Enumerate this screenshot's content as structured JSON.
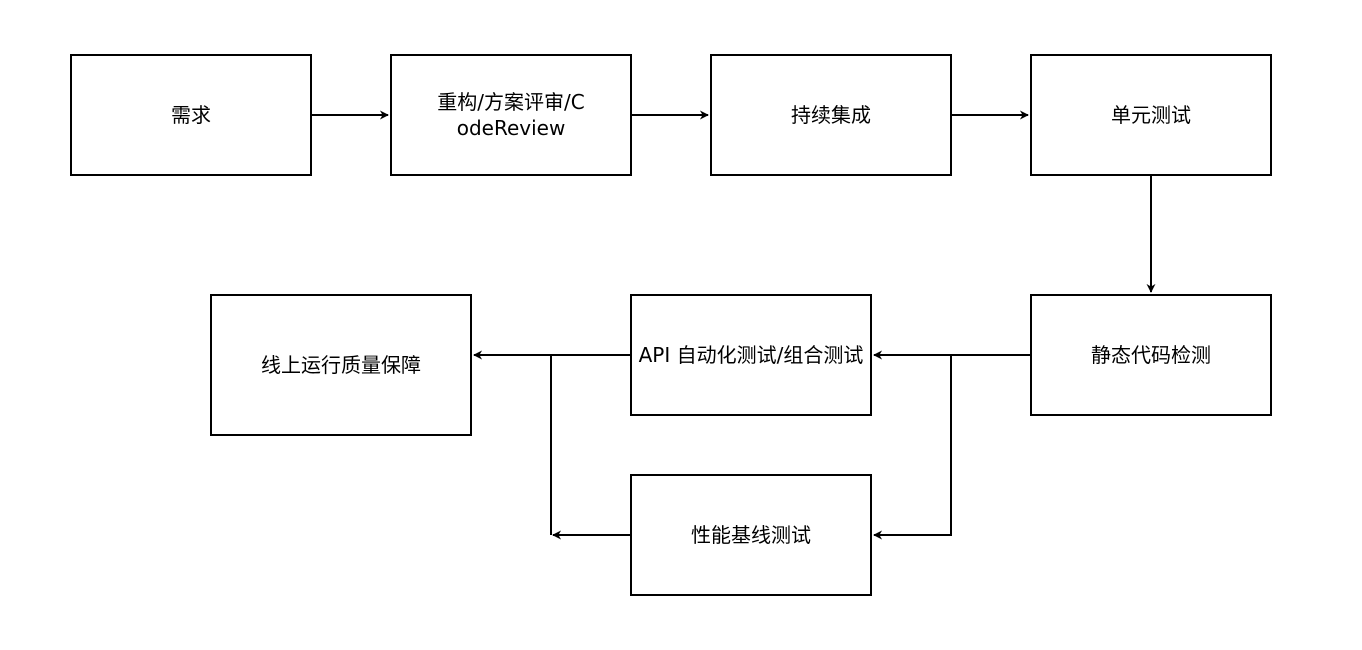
{
  "nodes": {
    "requirement": "需求",
    "refactor_review": "重构/方案评审/CodeReview",
    "continuous_integration": "持续集成",
    "unit_test": "单元测试",
    "static_analysis": "静态代码检测",
    "api_automation_test": "API 自动化测试/组合测试",
    "performance_baseline_test": "性能基线测试",
    "online_quality_assurance": "线上运行质量保障"
  },
  "edges": [
    {
      "from": "requirement",
      "to": "refactor_review"
    },
    {
      "from": "refactor_review",
      "to": "continuous_integration"
    },
    {
      "from": "continuous_integration",
      "to": "unit_test"
    },
    {
      "from": "unit_test",
      "to": "static_analysis"
    },
    {
      "from": "static_analysis",
      "to": "api_automation_test"
    },
    {
      "from": "static_analysis",
      "to": "performance_baseline_test"
    },
    {
      "from": "api_automation_test",
      "to": "online_quality_assurance"
    },
    {
      "from": "performance_baseline_test",
      "to": "online_quality_assurance"
    }
  ],
  "colors": {
    "stroke": "#000000",
    "fill": "#ffffff",
    "text": "#000000"
  }
}
